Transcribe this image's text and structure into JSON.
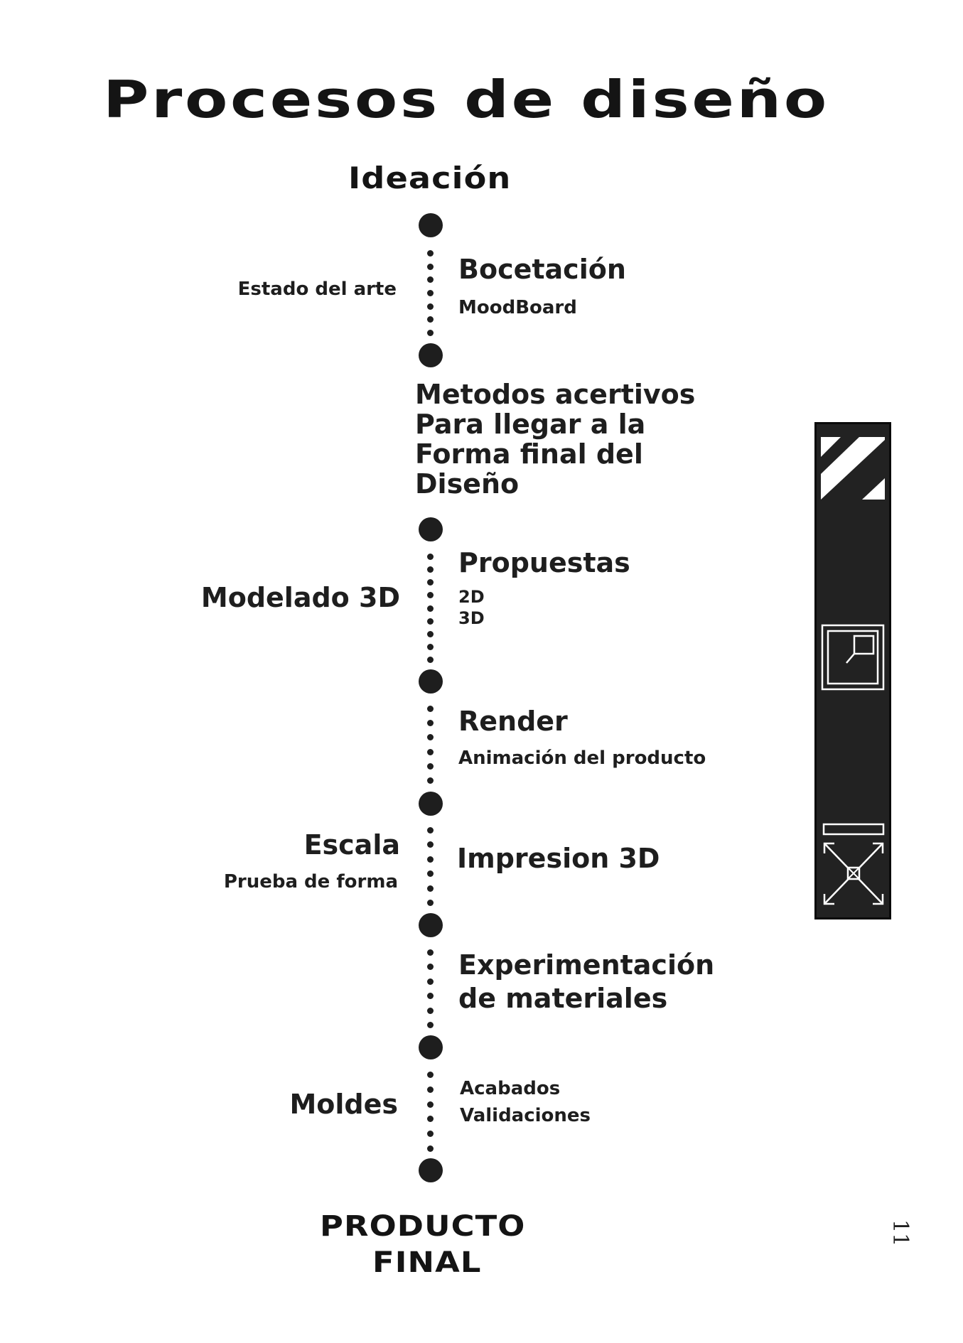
{
  "title": "Procesos de diseño",
  "start": "Ideación",
  "end_lines": [
    "PRODUCTO",
    "FINAL"
  ],
  "left": {
    "estado": "Estado del arte",
    "modelado": "Modelado 3D",
    "escala": "Escala",
    "prueba": "Prueba de forma",
    "moldes": "Moldes"
  },
  "right": {
    "bocetacion": "Bocetación",
    "moodboard": "MoodBoard",
    "metodos": [
      "Metodos acertivos",
      "Para llegar a la",
      "Forma final del",
      "Diseño"
    ],
    "propuestas": "Propuestas",
    "d2": "2D",
    "d3": "3D",
    "render": "Render",
    "animacion": "Animación del producto",
    "impresion": "Impresion 3D",
    "experimentacion": [
      "Experimentación",
      "de materiales"
    ],
    "acabados": "Acabados",
    "validaciones": "Validaciones"
  },
  "side_panel_icons": [
    "diagonal-stripes-icon",
    "square-frame-icon",
    "expand-arrows-icon"
  ],
  "page_number": "11",
  "colors": {
    "ink": "#1e1e1e",
    "panel": "#222222",
    "background": "#ffffff"
  }
}
